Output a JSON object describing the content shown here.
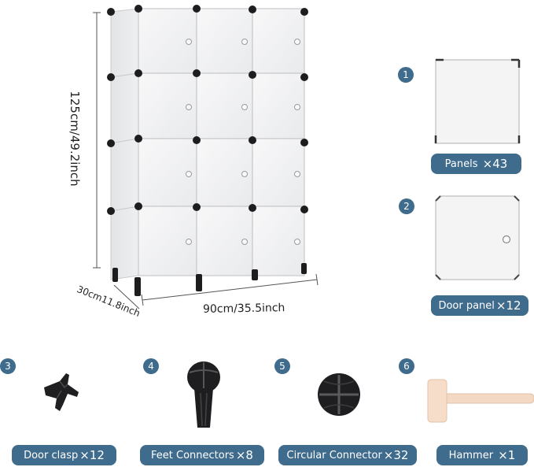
{
  "dimensions": {
    "height": "125cm/49.2inch",
    "width": "90cm/35.5inch",
    "depth": "30cm11.8inch"
  },
  "parts": [
    {
      "number": "1",
      "name": "Panels",
      "quantity": "×43",
      "icon": "panel-icon"
    },
    {
      "number": "2",
      "name": "Door panel",
      "quantity": "×12",
      "icon": "door-panel-icon"
    },
    {
      "number": "3",
      "name": "Door clasp",
      "quantity": "×12",
      "icon": "door-clasp-icon"
    },
    {
      "number": "4",
      "name": "Feet Connectors",
      "quantity": "×8",
      "icon": "feet-connector-icon"
    },
    {
      "number": "5",
      "name": "Circular Connector",
      "quantity": "×32",
      "icon": "circular-connector-icon"
    },
    {
      "number": "6",
      "name": "Hammer",
      "quantity": "×1",
      "icon": "hammer-icon"
    }
  ],
  "colors": {
    "accent": "#3f6b8c",
    "panel": "#f2f3f4",
    "connector": "#222222",
    "hammer_wood": "#f3d9c4"
  }
}
